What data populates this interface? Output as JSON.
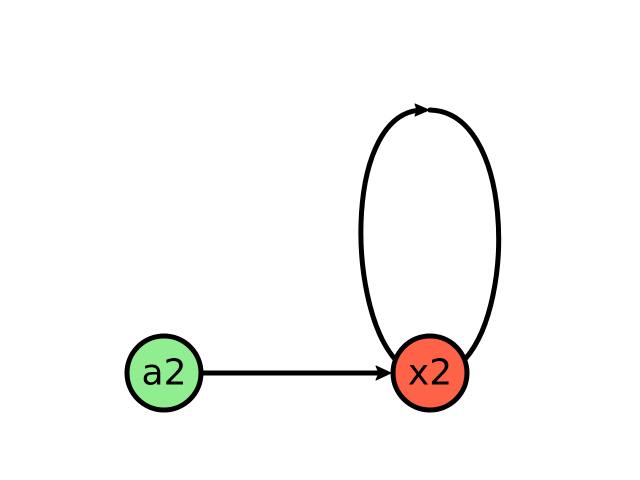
{
  "nodes": [
    {
      "id": "a2",
      "label": "a2",
      "color": "#90EE90"
    },
    {
      "id": "x2",
      "label": "x2",
      "color": "#FF6347"
    }
  ],
  "edges": [
    {
      "from": "a2",
      "to": "x2",
      "type": "straight"
    },
    {
      "from": "x2",
      "to": "x2",
      "type": "self-loop"
    }
  ],
  "style": {
    "edge_color": "#000000",
    "node_border_color": "#000000",
    "background": "#FFFFFF"
  }
}
